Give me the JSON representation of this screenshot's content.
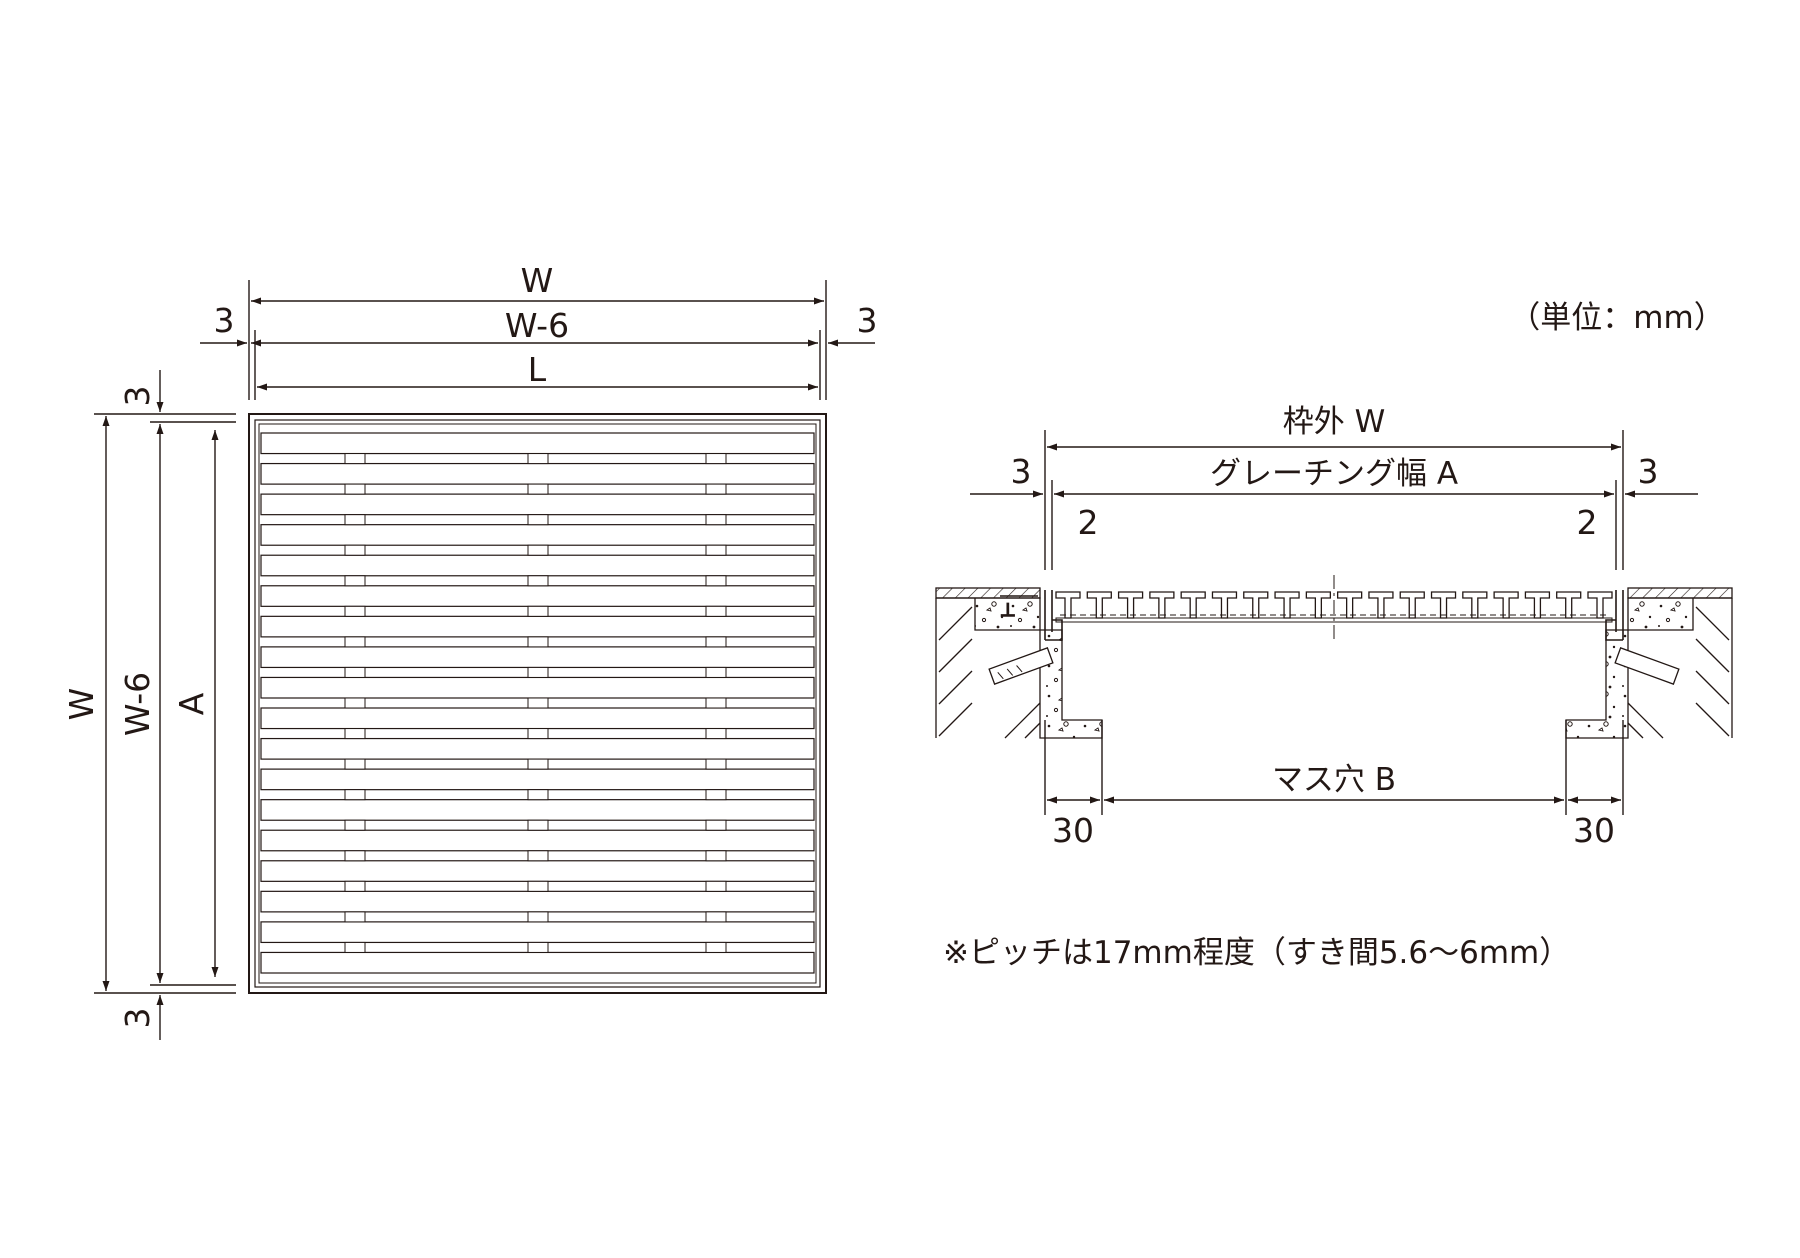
{
  "unit_note": "（単位：mm）",
  "plan_view": {
    "top_dims": {
      "width": "W",
      "inner_width": "W-6",
      "length": "L",
      "left_gap": "3",
      "right_gap": "3"
    },
    "side_dims": {
      "width": "W",
      "inner_width": "W-6",
      "grating_width": "A",
      "top_gap": "3",
      "bottom_gap": "3"
    },
    "bar_count": 18
  },
  "section_view": {
    "frame_outer": "枠外 W",
    "grating_width": "グレーチング幅 A",
    "left_gap": "3",
    "right_gap": "3",
    "left_clear": "2",
    "right_clear": "2",
    "opening": "マス穴 B",
    "left_ledge": "30",
    "right_ledge": "30",
    "bar_count": 18
  },
  "pitch_note": "※ピッチは17mm程度（すき間5.6〜6mm）"
}
